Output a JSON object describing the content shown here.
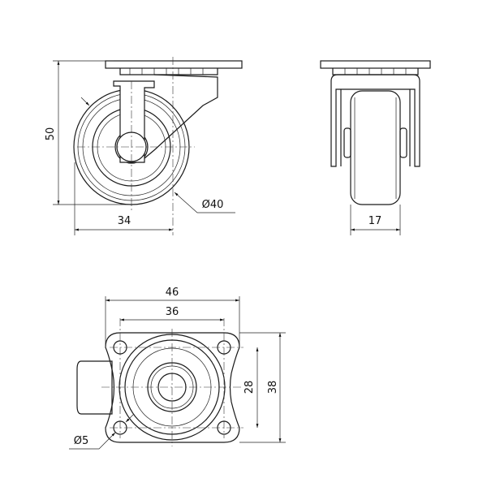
{
  "title": "Swivel caster technical drawing",
  "side_view": {
    "height_dim": "50",
    "offset_dim": "34",
    "wheel_diameter_dim": "Ø40"
  },
  "front_view": {
    "wheel_width_dim": "17"
  },
  "top_view": {
    "plate_width_dim": "46",
    "hole_spacing_x_dim": "36",
    "hole_spacing_y_dim": "28",
    "plate_depth_dim": "38",
    "hole_diameter_dim": "Ø5"
  }
}
